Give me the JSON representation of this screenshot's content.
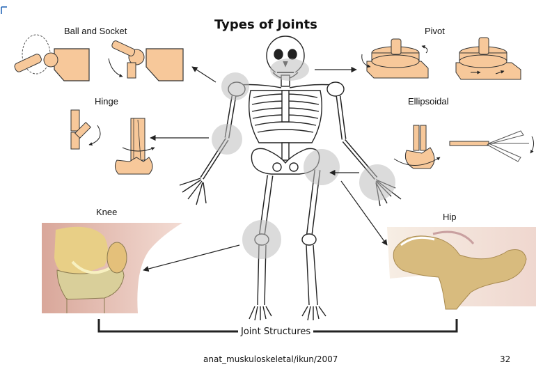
{
  "diagram": {
    "title": "Types of Joints",
    "labels": {
      "ball_and_socket": "Ball and Socket",
      "pivot": "Pivot",
      "hinge": "Hinge",
      "ellipsoidal": "Ellipsoidal",
      "knee": "Knee",
      "hip": "Hip",
      "joint_structures": "Joint Structures"
    },
    "colors": {
      "joint_fill": "#f7c89a",
      "joint_stroke": "#333333",
      "highlight": "#c8c8c8",
      "knee_tissue": "#c98a7e",
      "bone": "#d9cf9a"
    }
  },
  "footer": {
    "source": "anat_muskuloskeletal/ikun/2007",
    "page": "32"
  }
}
